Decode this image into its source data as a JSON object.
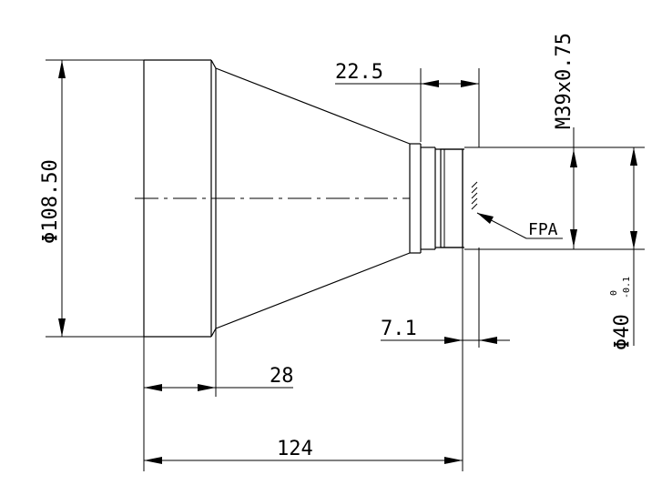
{
  "labels": {
    "outer_diameter": "Φ108.50",
    "thread": "M39x0.75",
    "back_diameter": "Φ40",
    "tol_upper": "0",
    "tol_lower": "-0.1",
    "fpa": "FPA",
    "dim_22_5": "22.5",
    "dim_7_1": "7.1",
    "dim_28": "28",
    "dim_124": "124"
  }
}
